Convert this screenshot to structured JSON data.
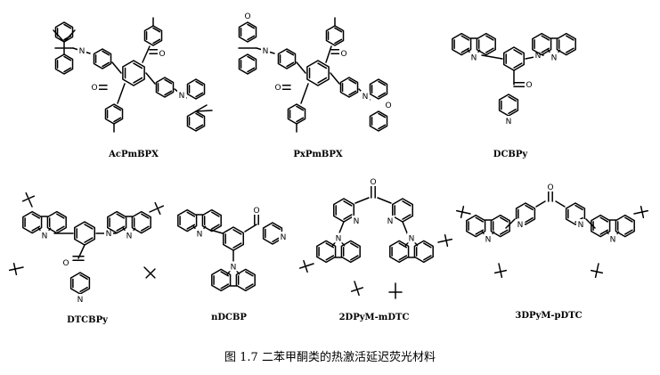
{
  "figure": {
    "caption": "图 1.7 二苯甲酮类的热激活延迟荧光材料",
    "compounds": [
      {
        "name": "AcPmBPX"
      },
      {
        "name": "PxPmBPX"
      },
      {
        "name": "DCBPy"
      },
      {
        "name": "DTCBPy"
      },
      {
        "name": "nDCBP"
      },
      {
        "name": "2DPyM-mDTC"
      },
      {
        "name": "3DPyM-pDTC"
      }
    ],
    "atoms": {
      "N": "N",
      "O": "O"
    }
  }
}
